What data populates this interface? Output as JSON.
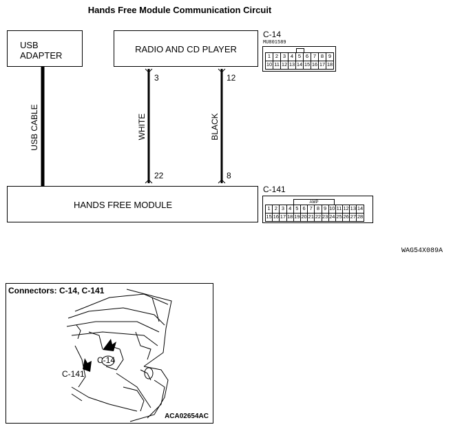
{
  "title": "Hands Free Module Communication Circuit",
  "boxes": {
    "usb_adapter": [
      "USB",
      "ADAPTER"
    ],
    "radio": "RADIO AND CD PLAYER",
    "hfm": "HANDS FREE MODULE"
  },
  "wires": {
    "usb_cable": "USB CABLE",
    "white": {
      "label": "WHITE",
      "pin_top": "3",
      "pin_bottom": "22"
    },
    "black": {
      "label": "BLACK",
      "pin_top": "12",
      "pin_bottom": "8"
    }
  },
  "connectors": {
    "c14": {
      "name": "C-14",
      "part": "MU801589",
      "row1": [
        "1",
        "2",
        "3",
        "4",
        "5",
        "6",
        "7",
        "8",
        "9"
      ],
      "row2": [
        "10",
        "11",
        "12",
        "13",
        "14",
        "15",
        "16",
        "17",
        "18"
      ]
    },
    "c141": {
      "name": "C-141",
      "tag": "AMP",
      "row1": [
        "1",
        "2",
        "3",
        "4",
        "5",
        "6",
        "7",
        "8",
        "9",
        "10",
        "11",
        "12",
        "13",
        "14"
      ],
      "row2": [
        "15",
        "16",
        "17",
        "18",
        "19",
        "20",
        "21",
        "22",
        "23",
        "24",
        "25",
        "26",
        "27",
        "28"
      ]
    }
  },
  "diagram_code": "WAG54X089A",
  "photo": {
    "title": "Connectors: C-14, C-141",
    "label_c14": "C-14",
    "label_c141": "C-141",
    "code": "ACA02654AC"
  }
}
